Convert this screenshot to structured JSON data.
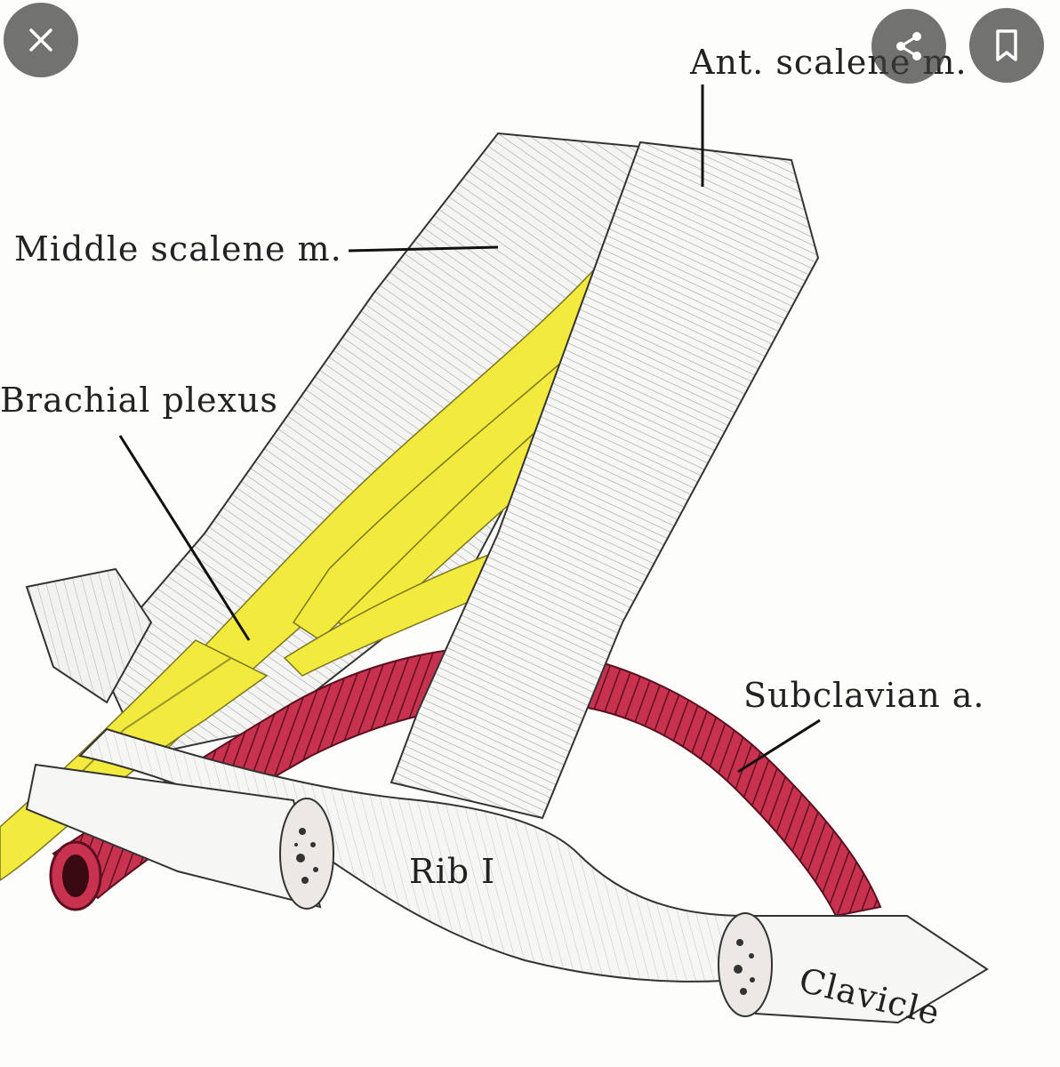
{
  "controls": {
    "close_icon": "close-icon",
    "share_icon": "share-icon",
    "bookmark_icon": "bookmark-icon"
  },
  "figure": {
    "labels": {
      "middle_scalene": "Middle scalene m.",
      "brachial_plexus": "Brachial plexus",
      "ant_scalene": "Ant. scalene m.",
      "subclavian": "Subclavian a.",
      "rib": "Rib I",
      "clavicle": "Clavicle"
    },
    "colors": {
      "nerve": "#f2ea3c",
      "artery": "#c8324e",
      "ink": "#222222",
      "paper": "#fdfdfc"
    }
  }
}
